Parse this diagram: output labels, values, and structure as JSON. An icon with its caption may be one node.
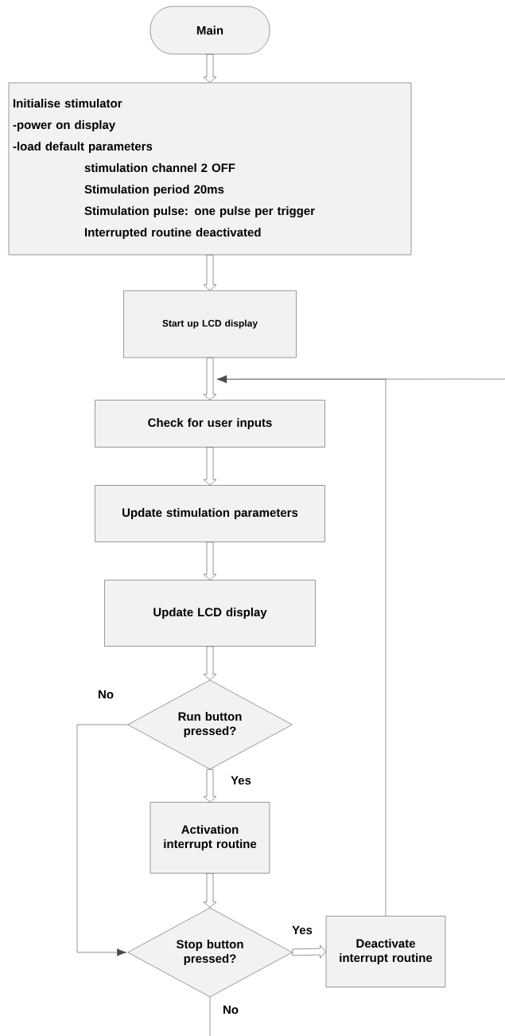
{
  "diagram": {
    "nodes": [
      {
        "text": [
          "Main"
        ]
      },
      {
        "text": [
          "Initialise stimulator",
          "-power on display",
          "-load default parameters",
          "stimulation channel 2 OFF",
          "Stimulation period 20ms",
          "Stimulation pulse: one pulse per trigger",
          "Interrupted routine deactivated"
        ]
      },
      {
        "text": [
          "Start up LCD display"
        ]
      },
      {
        "text": [
          "Check for user inputs"
        ]
      },
      {
        "text": [
          "Update stimulation parameters"
        ]
      },
      {
        "text": [
          "Update LCD display"
        ]
      },
      {
        "text": [
          "Run button pressed?"
        ]
      },
      {
        "text": [
          "Activation interrupt routine"
        ]
      },
      {
        "text": [
          "Stop button pressed?"
        ]
      },
      {
        "text": [
          "Deactivate interrupt routine"
        ]
      }
    ],
    "edges": [
      {
        "from": 0,
        "to": 1,
        "arrow": "to"
      },
      {
        "from": 1,
        "to": 2,
        "arrow": "to"
      },
      {
        "from": 2,
        "to": 3,
        "arrow": "to"
      },
      {
        "from": 3,
        "to": 4,
        "arrow": "to"
      },
      {
        "from": 4,
        "to": 5,
        "arrow": "to"
      },
      {
        "from": 5,
        "to": 6,
        "arrow": "to"
      },
      {
        "from": 6,
        "to": 7,
        "arrow": "to",
        "label": "Yes"
      },
      {
        "from": 7,
        "to": 8,
        "arrow": "to"
      },
      {
        "from": 6,
        "to": 8,
        "arrow": "to",
        "label": "No"
      },
      {
        "from": 8,
        "to": 9,
        "arrow": "to",
        "label": "Yes"
      },
      {
        "from": 9,
        "to": 3,
        "arrow": "to"
      },
      {
        "from": null,
        "to": 3,
        "arrow": "to"
      },
      {
        "from": 8,
        "to": null,
        "arrow": "none",
        "label": "No"
      }
    ]
  }
}
